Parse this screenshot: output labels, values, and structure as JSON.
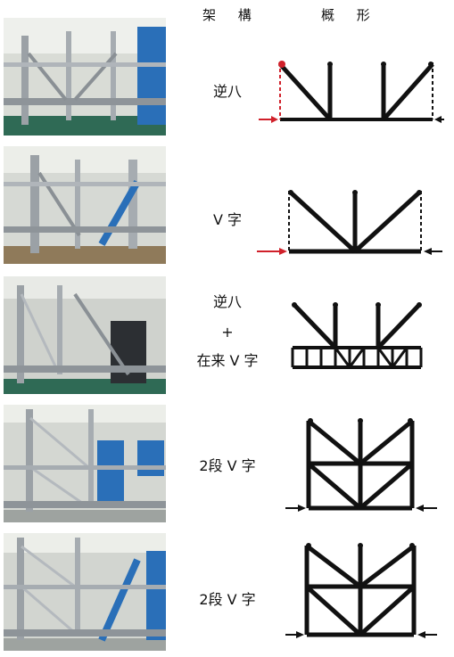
{
  "header": {
    "structure": "架 構",
    "outline": "概 形"
  },
  "rows": [
    {
      "label_lines": [
        "逆八"
      ]
    },
    {
      "label_lines": [
        "V 字"
      ]
    },
    {
      "label_lines": [
        "逆八",
        "+",
        "在来 V 字"
      ]
    },
    {
      "label_lines": [
        "2段 V 字"
      ]
    },
    {
      "label_lines": [
        "2段 V 字"
      ]
    }
  ],
  "colors": {
    "frame": "#111111",
    "load_arrow_red": "#d0202a",
    "brace_blue": "#2a6fb8"
  }
}
